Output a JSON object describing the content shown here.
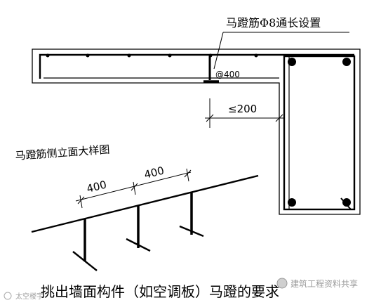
{
  "labels": {
    "top_note": "马蹬筋Φ8通长设置",
    "spacing_note": "@400",
    "dim_200": "≤200",
    "detail_title": "马蹬筋侧立面大样图",
    "dim_left": "400",
    "dim_right": "400",
    "caption": "挑出墙面构件（如空调板）马蹬的要求",
    "watermark_left": "太空楼宇",
    "watermark_right": "建筑工程资料共享"
  }
}
